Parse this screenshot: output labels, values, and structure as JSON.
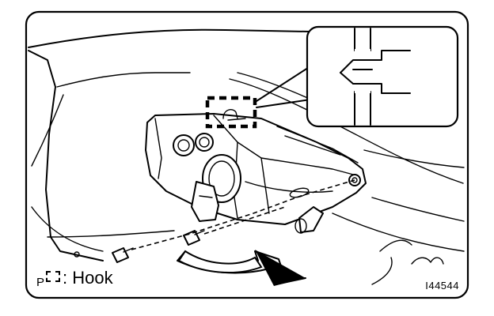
{
  "legend": {
    "prefix": "P",
    "symbol_icon": "dashed-box-icon",
    "separator": ":",
    "text": "Hook"
  },
  "figure_id": "I44544",
  "colors": {
    "ink": "#000000",
    "paper": "#ffffff"
  }
}
